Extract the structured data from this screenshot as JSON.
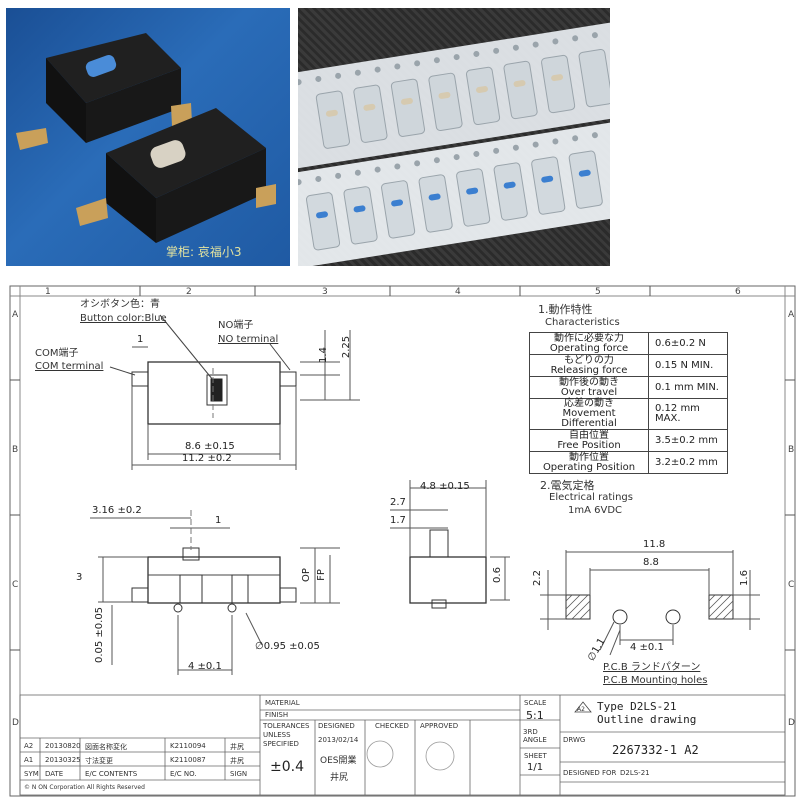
{
  "photo_left": {
    "watermark": "掌柜: 哀福小3"
  },
  "drawing": {
    "col_labels": [
      "1",
      "2",
      "3",
      "4",
      "5",
      "6"
    ],
    "row_labels": [
      "A",
      "B",
      "C",
      "D"
    ],
    "button_color_jp": "オシボタン色：青",
    "button_color_en": "Button color:Blue",
    "no_terminal_jp": "NO端子",
    "no_terminal_en": "NO terminal",
    "com_terminal_jp": "COM端子",
    "com_terminal_en": "COM terminal",
    "dims": {
      "d1": "1",
      "d1_4": "1.4",
      "d2_25": "2.25",
      "d8_6": "8.6 ±0.15",
      "d11_2": "11.2 ±0.2",
      "d3_16": "3.16 ±0.2",
      "d1b": "1",
      "d3": "3",
      "op": "OP",
      "fp": "FP",
      "d0_05": "0.05 ±0.05",
      "d0_95": "∅0.95 ±0.05",
      "d4": "4 ±0.1",
      "d4_8": "4.8 ±0.15",
      "d2_7": "2.7",
      "d1_7": "1.7",
      "d0_6": "0.6",
      "d11_8": "11.8",
      "d8_8": "8.8",
      "d2_2": "2.2",
      "d1_6": "1.6",
      "d1_1": "∅1.1",
      "d4b": "4 ±0.1"
    },
    "characteristics_title_jp": "1.動作特性",
    "characteristics_title_en": "Characteristics",
    "characteristics": [
      {
        "jp": "動作に必要な力",
        "en": "Operating force",
        "value": "0.6±0.2 N"
      },
      {
        "jp": "もどりの力",
        "en": "Releasing force",
        "value": "0.15 N MIN."
      },
      {
        "jp": "動作後の動き",
        "en": "Over travel",
        "value": "0.1 mm MIN."
      },
      {
        "jp": "応差の動き",
        "en": "Movement Differential",
        "value": "0.12 mm MAX."
      },
      {
        "jp": "自由位置",
        "en": "Free Position",
        "value": "3.5±0.2 mm"
      },
      {
        "jp": "動作位置",
        "en": "Operating Position",
        "value": "3.2±0.2 mm"
      }
    ],
    "electrical_title_jp": "2.電気定格",
    "electrical_title_en": "Electrical ratings",
    "electrical_value": "1mA 6VDC",
    "pcb_jp": "P.C.B ランドパターン",
    "pcb_en": "P.C.B Mounting holes"
  },
  "title_block": {
    "material": "MATERIAL",
    "finish": "FINISH",
    "tolerances": "TOLERANCES UNLESS SPECIFIED",
    "tolerance_value": "±0.4",
    "designed": "DESIGNED",
    "designed_date": "2013/02/14",
    "designed_name": "OES開業",
    "designed_sign": "井尻",
    "checked": "CHECKED",
    "approved": "APPROVED",
    "scale_label": "SCALE",
    "scale_value": "5:1",
    "angle_label": "3RD ANGLE",
    "sheet_label": "SHEET",
    "sheet_value": "1/1",
    "rev_mark": "A2",
    "type_line": "Type D2LS-21",
    "outline_line": "Outline drawing",
    "drwg_label": "DRWG",
    "drawing_number": "2267332-1  A2",
    "designed_for_label": "DESIGNED FOR",
    "designed_for_value": "D2LS-21",
    "revisions": [
      {
        "sym": "A2",
        "date": "20130820",
        "contents": "図面名称変化",
        "ecno": "K2110094",
        "sign": "井尻"
      },
      {
        "sym": "A1",
        "date": "20130325",
        "contents": "寸法変更",
        "ecno": "K2110087",
        "sign": "井尻"
      }
    ],
    "rev_headers": {
      "sym": "SYM",
      "date": "DATE",
      "contents": "E/C CONTENTS",
      "ecno": "E/C NO.",
      "sign": "SIGN"
    },
    "copyright": "© N ON Corporation All Rights Reserved"
  }
}
